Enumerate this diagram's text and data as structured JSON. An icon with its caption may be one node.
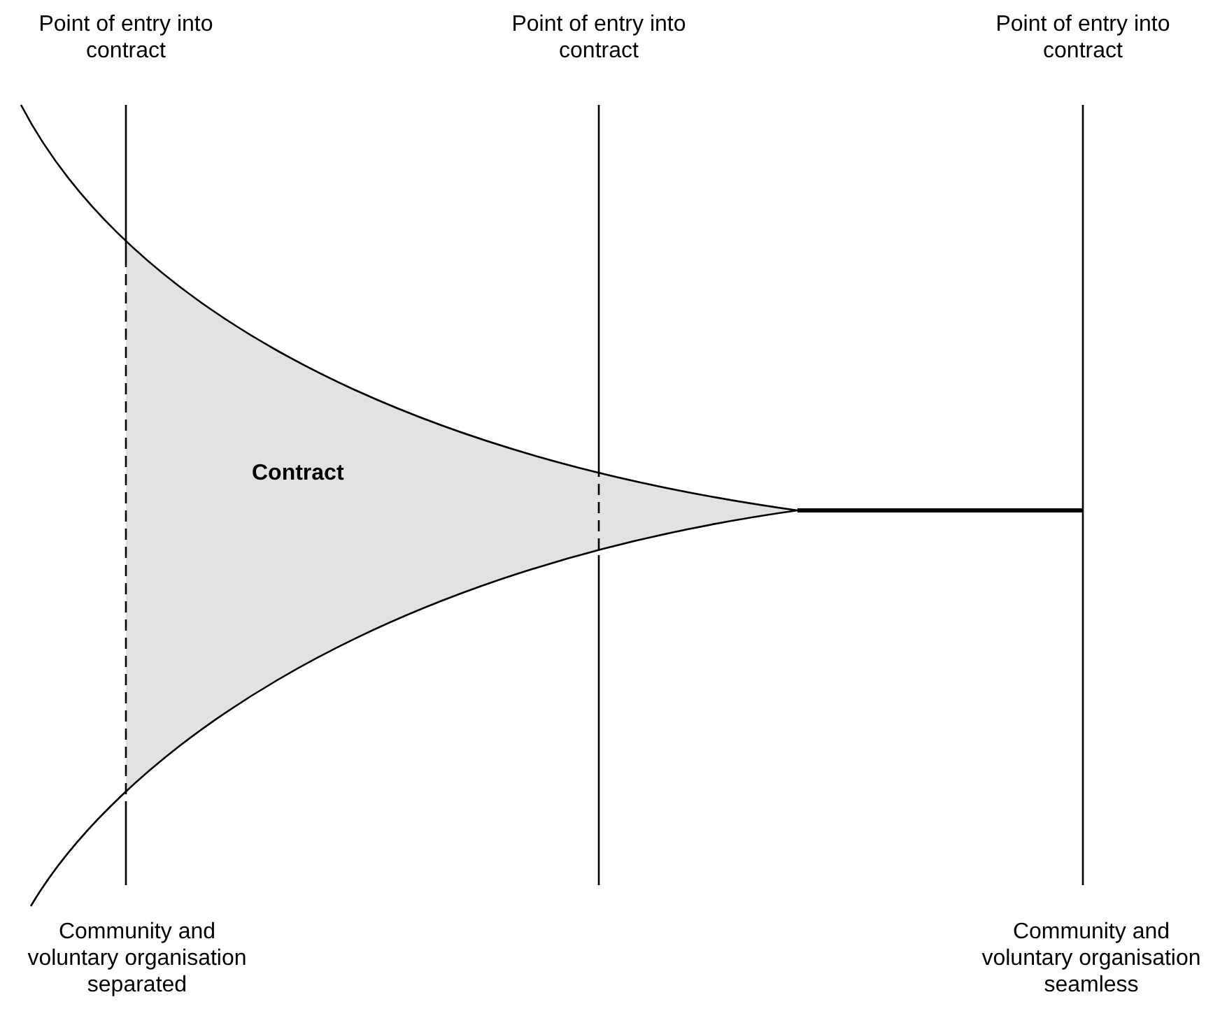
{
  "diagram": {
    "nodes": [
      {
        "text": [
          "Contract"
        ]
      }
    ],
    "labels": [
      "Point of entry into contract",
      "Point of entry into contract",
      "Point of entry into contract",
      "Community and voluntary organisation separated",
      "Community and voluntary organisation seamless"
    ]
  }
}
